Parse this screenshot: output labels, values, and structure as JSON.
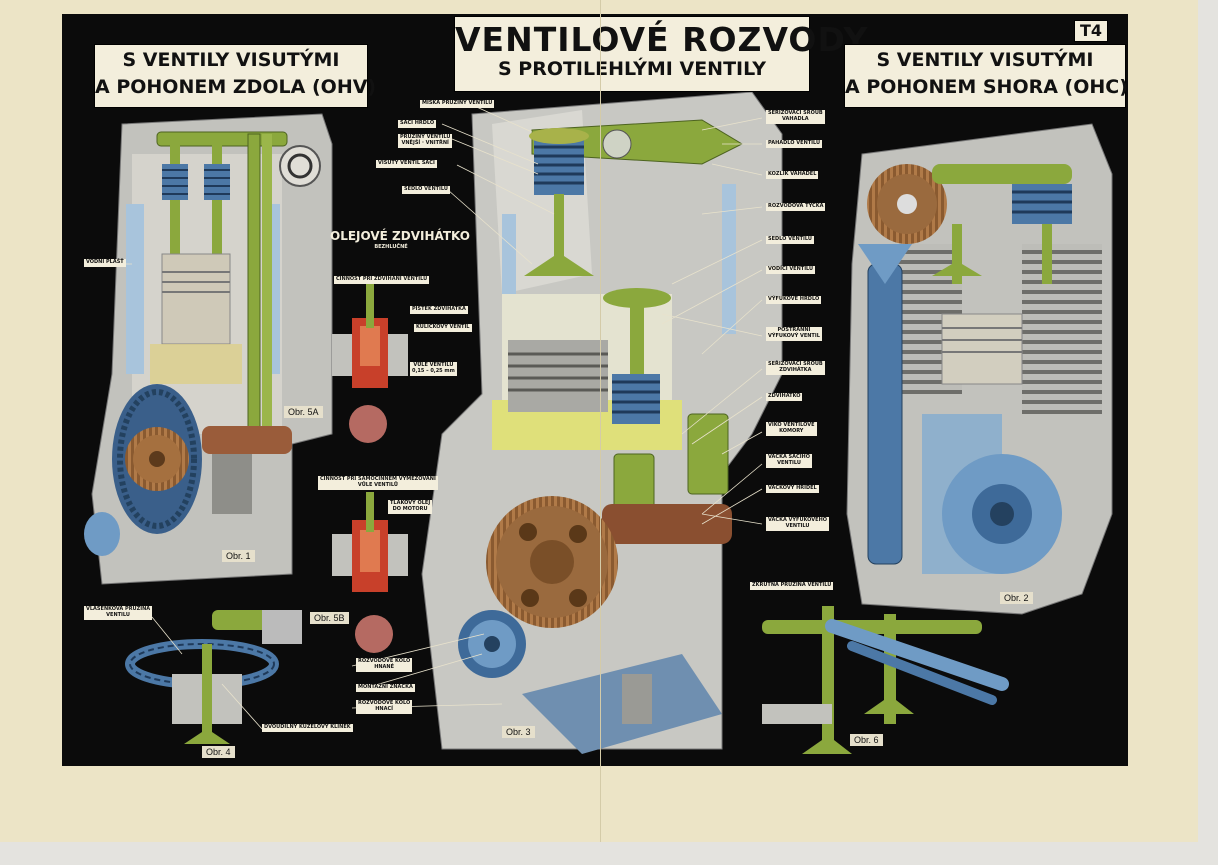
{
  "header": {
    "left_title": [
      "S VENTILY VISUTÝMI",
      "A POHONEM ZDOLA (OHV)"
    ],
    "center_title": "VENTILOVÉ ROZVODY",
    "center_subtitle": "S PROTILEHLÝMI VENTILY",
    "right_title": [
      "S VENTILY VISUTÝMI",
      "A POHONEM SHORA (OHC)"
    ],
    "sheet_code": "T4"
  },
  "sections": {
    "oil_lifter_title": "OLEJOVÉ ZDVIHÁTKO",
    "oil_lifter_subtitle": "BEZHLUČNÉ",
    "function_lift": "ČINNOST PŘI ZDVIHÁNÍ VENTILU",
    "function_adjust": [
      "ČINNOST PŘI SAMOČINNÉM VYMEZOVÁNÍ",
      "VŮLE VENTILŮ"
    ]
  },
  "figures": {
    "obr1": "Obr. 1",
    "obr2": "Obr. 2",
    "obr3": "Obr. 3",
    "obr4": "Obr. 4",
    "obr5a": "Obr. 5A",
    "obr5b": "Obr. 5B",
    "obr6": "Obr. 6"
  },
  "labels": {
    "vodni_plast": "VODNÍ PLÁŠŤ",
    "miska": "MISKA PRUŽINY VENTILU",
    "saci_hrdlo": "SACÍ HRDLO",
    "pruziny": [
      "PRUŽINY VENTILU",
      "VNĚJŠÍ · VNITŘNÍ"
    ],
    "visuty": "VISUTÝ VENTIL SACÍ",
    "sedlo_l": "SEDLO VENTILU",
    "pistek": "PÍSTEK ZDVIHÁTKA",
    "kulickovy": "KULIČKOVÝ VENTIL",
    "vule": [
      "VŮLE VENTILU",
      "0,15 – 0,25 mm"
    ],
    "tlakovy": [
      "TLAKOVÝ OLEJ",
      "DO MOTORU"
    ],
    "serizovaci_sroub": [
      "SEŘIZOVACÍ ŠROUB",
      "VAHADLA"
    ],
    "pahadlo": "PAHADLO VENTILU",
    "kozlik": "KOZLÍK VAHADEL",
    "tycka": "ROZVODOVÁ TYČKA",
    "sedlo_r": "SEDLO VENTILU",
    "vodici": "VODÍCÍ VENTILU",
    "vyfukove_hrdlo": "VÝFUKOVÉ HRDLO",
    "postranni": [
      "POSTRANNÍ",
      "VÝFUKOVÝ VENTIL"
    ],
    "serizovaci_zdvih": [
      "SEŘIZOVACÍ ŠROUB",
      "ZDVIHÁTKA"
    ],
    "zdvihatko": "ZDVIHÁTKO",
    "vyko": [
      "VÍKO VENTILOVÉ",
      "KOMORY"
    ],
    "vacka_saci": [
      "VAČKA SACÍHO",
      "VENTILU"
    ],
    "vackovy_hridel": "VAČKOVÝ HŘÍDEL",
    "vacka_vyfuk": [
      "VAČKA VÝFUKOVÉHO",
      "VENTILU"
    ],
    "rozvod_hnane": [
      "ROZVODOVÉ KOLO",
      "HNANÉ"
    ],
    "montazni": "MONTÁŽNÍ ZNAČKA",
    "rozvod_hnaci": [
      "ROZVODOVÉ KOLO",
      "HNACÍ"
    ],
    "vlasenkova": [
      "VLÁSENKOVÁ PRUŽINA",
      "VENTILU"
    ],
    "dvoudilny": "DVOUDÍLNÝ KUŽELOVÝ KLÍNEK",
    "zkrutna": "ZKRUTNÁ PRUŽINA VENTILU"
  },
  "colors": {
    "board": "#0b0b0b",
    "paper": "#ece4c6",
    "casting": "#c2c2bd",
    "valve_green": "#8ba83d",
    "spring_blue": "#4c78a6",
    "gear_brown": "#9a6a3e",
    "water_blue": "#a8c4dc",
    "oil_red": "#c8402a"
  }
}
